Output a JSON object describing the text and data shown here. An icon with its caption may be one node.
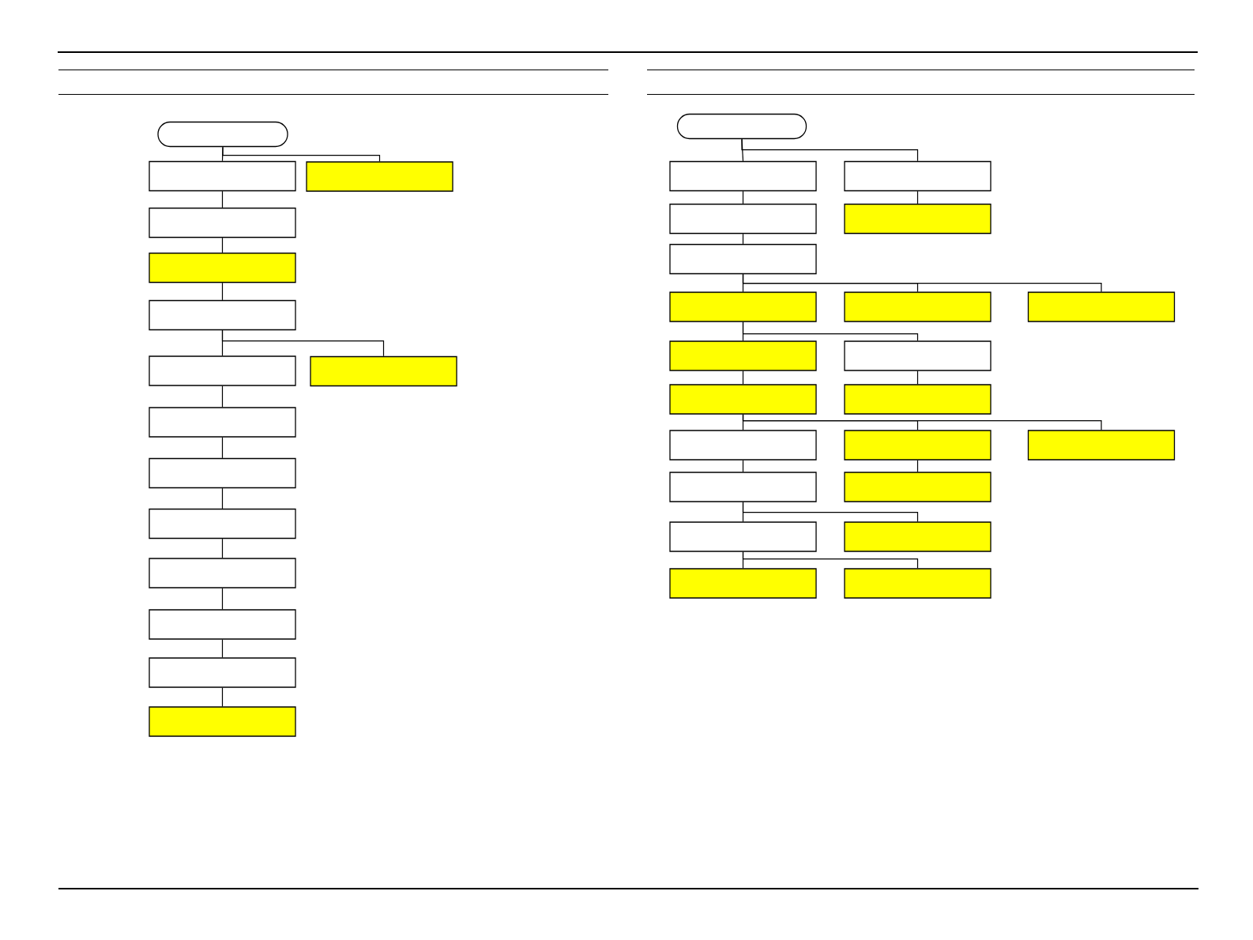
{
  "diagram": {
    "nodes": [
      {
        "text": [],
        "shape": "capsule"
      },
      {
        "text": [],
        "shape": "box"
      },
      {
        "text": [],
        "shape": "box"
      },
      {
        "text": [],
        "shape": "box"
      },
      {
        "text": [],
        "shape": "box"
      },
      {
        "text": [],
        "shape": "box"
      },
      {
        "text": [],
        "shape": "box"
      },
      {
        "text": [],
        "shape": "box"
      },
      {
        "text": [],
        "shape": "box"
      },
      {
        "text": [],
        "shape": "box"
      },
      {
        "text": [],
        "shape": "box"
      },
      {
        "text": [],
        "shape": "box"
      },
      {
        "text": [],
        "shape": "box"
      },
      {
        "text": [],
        "shape": "box"
      },
      {
        "text": [],
        "shape": "box"
      },
      {
        "text": [],
        "shape": "capsule"
      },
      {
        "text": [],
        "shape": "box"
      },
      {
        "text": [],
        "shape": "box"
      },
      {
        "text": [],
        "shape": "box"
      },
      {
        "text": [],
        "shape": "box"
      },
      {
        "text": [],
        "shape": "box"
      },
      {
        "text": [],
        "shape": "box"
      },
      {
        "text": [],
        "shape": "box"
      },
      {
        "text": [],
        "shape": "box"
      },
      {
        "text": [],
        "shape": "box"
      },
      {
        "text": [],
        "shape": "box"
      },
      {
        "text": [],
        "shape": "box"
      },
      {
        "text": [],
        "shape": "box"
      },
      {
        "text": [],
        "shape": "box"
      },
      {
        "text": [],
        "shape": "box"
      },
      {
        "text": [],
        "shape": "box"
      },
      {
        "text": [],
        "shape": "box"
      },
      {
        "text": [],
        "shape": "box"
      },
      {
        "text": [],
        "shape": "box"
      },
      {
        "text": [],
        "shape": "box"
      },
      {
        "text": [],
        "shape": "box"
      },
      {
        "text": [],
        "shape": "box"
      }
    ],
    "edges": [
      {
        "from": 0,
        "to": 1,
        "arrow": "none"
      },
      {
        "from": 0,
        "to": 2,
        "arrow": "none"
      },
      {
        "from": 1,
        "to": 3,
        "arrow": "none"
      },
      {
        "from": 3,
        "to": 4,
        "arrow": "none"
      },
      {
        "from": 4,
        "to": 5,
        "arrow": "none"
      },
      {
        "from": 5,
        "to": 6,
        "arrow": "none"
      },
      {
        "from": 5,
        "to": 7,
        "arrow": "none"
      },
      {
        "from": 6,
        "to": 8,
        "arrow": "none"
      },
      {
        "from": 8,
        "to": 9,
        "arrow": "none"
      },
      {
        "from": 9,
        "to": 10,
        "arrow": "none"
      },
      {
        "from": 10,
        "to": 11,
        "arrow": "none"
      },
      {
        "from": 11,
        "to": 12,
        "arrow": "none"
      },
      {
        "from": 12,
        "to": 13,
        "arrow": "none"
      },
      {
        "from": 13,
        "to": 14,
        "arrow": "none"
      },
      {
        "from": 15,
        "to": 16,
        "arrow": "none"
      },
      {
        "from": 15,
        "to": 17,
        "arrow": "none"
      },
      {
        "from": 16,
        "to": 18,
        "arrow": "none"
      },
      {
        "from": 17,
        "to": 19,
        "arrow": "none"
      },
      {
        "from": 18,
        "to": 20,
        "arrow": "none"
      },
      {
        "from": 20,
        "to": 21,
        "arrow": "none"
      },
      {
        "from": 20,
        "to": 22,
        "arrow": "none"
      },
      {
        "from": 20,
        "to": 23,
        "arrow": "none"
      },
      {
        "from": 21,
        "to": 24,
        "arrow": "none"
      },
      {
        "from": 21,
        "to": 25,
        "arrow": "none"
      },
      {
        "from": 24,
        "to": 26,
        "arrow": "none"
      },
      {
        "from": 25,
        "to": 27,
        "arrow": "none"
      },
      {
        "from": 26,
        "to": 28,
        "arrow": "none"
      },
      {
        "from": 26,
        "to": 29,
        "arrow": "none"
      },
      {
        "from": 26,
        "to": 30,
        "arrow": "none"
      },
      {
        "from": 28,
        "to": 31,
        "arrow": "none"
      },
      {
        "from": 29,
        "to": 32,
        "arrow": "none"
      },
      {
        "from": 31,
        "to": 33,
        "arrow": "none"
      },
      {
        "from": 31,
        "to": 34,
        "arrow": "none"
      },
      {
        "from": 33,
        "to": 35,
        "arrow": "none"
      },
      {
        "from": 33,
        "to": 36,
        "arrow": "none"
      }
    ]
  }
}
